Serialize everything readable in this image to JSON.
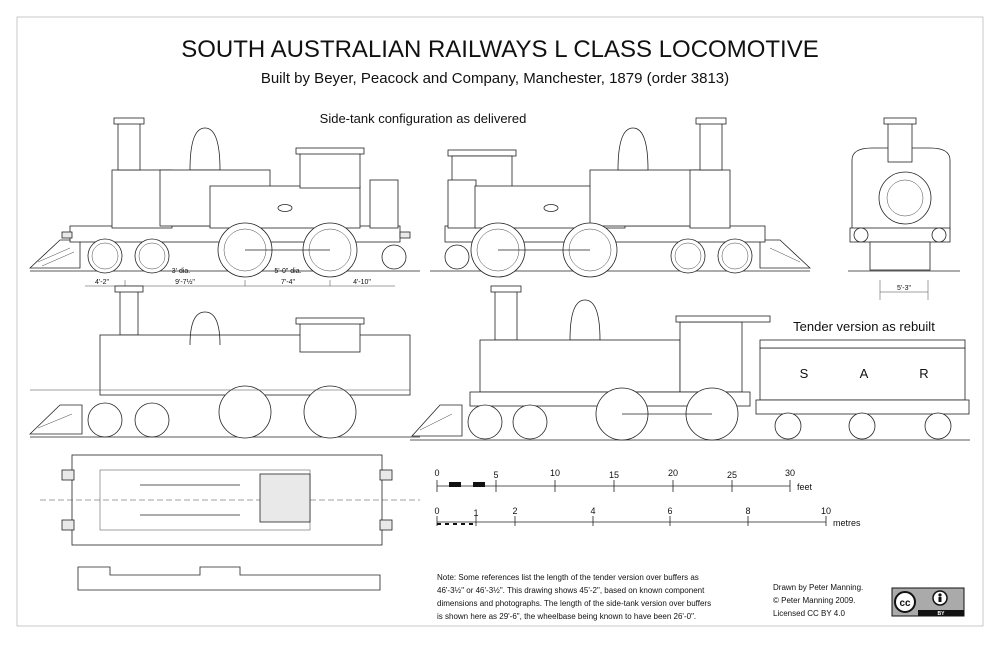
{
  "title": "SOUTH AUSTRALIAN RAILWAYS L CLASS LOCOMOTIVE",
  "subtitle": "Built by Beyer, Peacock and Company, Manchester, 1879 (order 3813)",
  "captions": {
    "side_tank": "Side-tank configuration as delivered",
    "tender": "Tender version as rebuilt"
  },
  "tender_lettering": [
    "S",
    "A",
    "R"
  ],
  "dimensions": {
    "wheel_small": "3' dia.",
    "wheel_large": "5'-0\" dia.",
    "spans": [
      "4'-2\"",
      "9'-7½\"",
      "7'-4\"",
      "4'-10\""
    ],
    "gauge": "5'-3\""
  },
  "scale_feet": {
    "ticks": [
      "0",
      "5",
      "10",
      "15",
      "20",
      "25",
      "30"
    ],
    "unit": "feet"
  },
  "scale_metres": {
    "ticks": [
      "0",
      "1",
      "2",
      "4",
      "6",
      "8",
      "10"
    ],
    "unit": "metres"
  },
  "note": [
    "Note: Some references list the length of the tender version over buffers as",
    "46'-3½\" or 46'-3½\". This drawing shows 45'-2\", based on known component",
    "dimensions and photographs. The length of the side-tank version over buffers",
    "is shown here as 29'-6\", the wheelbase being known to have been 26'-0\"."
  ],
  "credits": [
    "Drawn by Peter Manning.",
    "© Peter Manning 2009.",
    "Licensed CC BY 4.0"
  ],
  "license_badge": {
    "cc": "cc",
    "by": "BY"
  }
}
